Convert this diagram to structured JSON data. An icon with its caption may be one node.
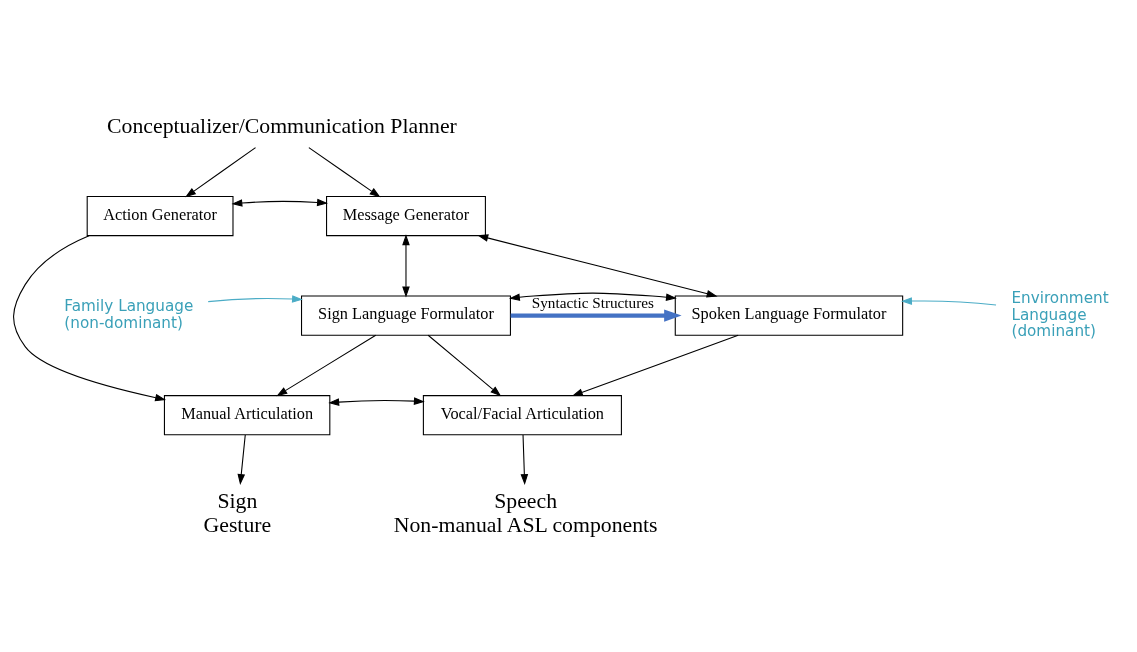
{
  "diagram": {
    "nodes": [
      {
        "text": [
          "Conceptualizer/Communication Planner"
        ]
      },
      {
        "text": [
          "Action Generator"
        ]
      },
      {
        "text": [
          "Message Generator"
        ]
      },
      {
        "text": [
          "Family Language (non-dominant)"
        ]
      },
      {
        "text": [
          "Sign Language Formulator"
        ]
      },
      {
        "text": [
          "Spoken Language Formulator"
        ]
      },
      {
        "text": [
          "Environment Language (dominant)"
        ]
      },
      {
        "text": [
          "Manual Articulation"
        ]
      },
      {
        "text": [
          "Vocal/Facial Articulation"
        ]
      },
      {
        "text": [
          "Sign",
          "Gesture"
        ]
      },
      {
        "text": [
          "Speech",
          "Non-manual ASL components"
        ]
      }
    ],
    "edges": [
      {
        "from": 0,
        "to": 1,
        "arrow": "to"
      },
      {
        "from": 0,
        "to": 2,
        "arrow": "to"
      },
      {
        "from": 1,
        "to": 2,
        "arrow": "both"
      },
      {
        "from": 2,
        "to": 4,
        "arrow": "both"
      },
      {
        "from": 2,
        "to": 5,
        "arrow": "both"
      },
      {
        "from": 4,
        "to": 5,
        "arrow": "to",
        "label": "Syntactic Structures",
        "style": "thick",
        "color": "#4472c4"
      },
      {
        "from": 3,
        "to": 4,
        "arrow": "to",
        "color": "#4bacc6"
      },
      {
        "from": 4,
        "to": 5,
        "arrow": "both"
      },
      {
        "from": 6,
        "to": 5,
        "arrow": "to",
        "color": "#4bacc6"
      },
      {
        "from": 1,
        "to": 7,
        "arrow": "to"
      },
      {
        "from": 4,
        "to": 7,
        "arrow": "to"
      },
      {
        "from": 4,
        "to": 8,
        "arrow": "to"
      },
      {
        "from": 5,
        "to": 8,
        "arrow": "to"
      },
      {
        "from": 7,
        "to": 8,
        "arrow": "both"
      },
      {
        "from": 7,
        "to": 9,
        "arrow": "to"
      },
      {
        "from": 8,
        "to": 10,
        "arrow": "to"
      }
    ]
  }
}
